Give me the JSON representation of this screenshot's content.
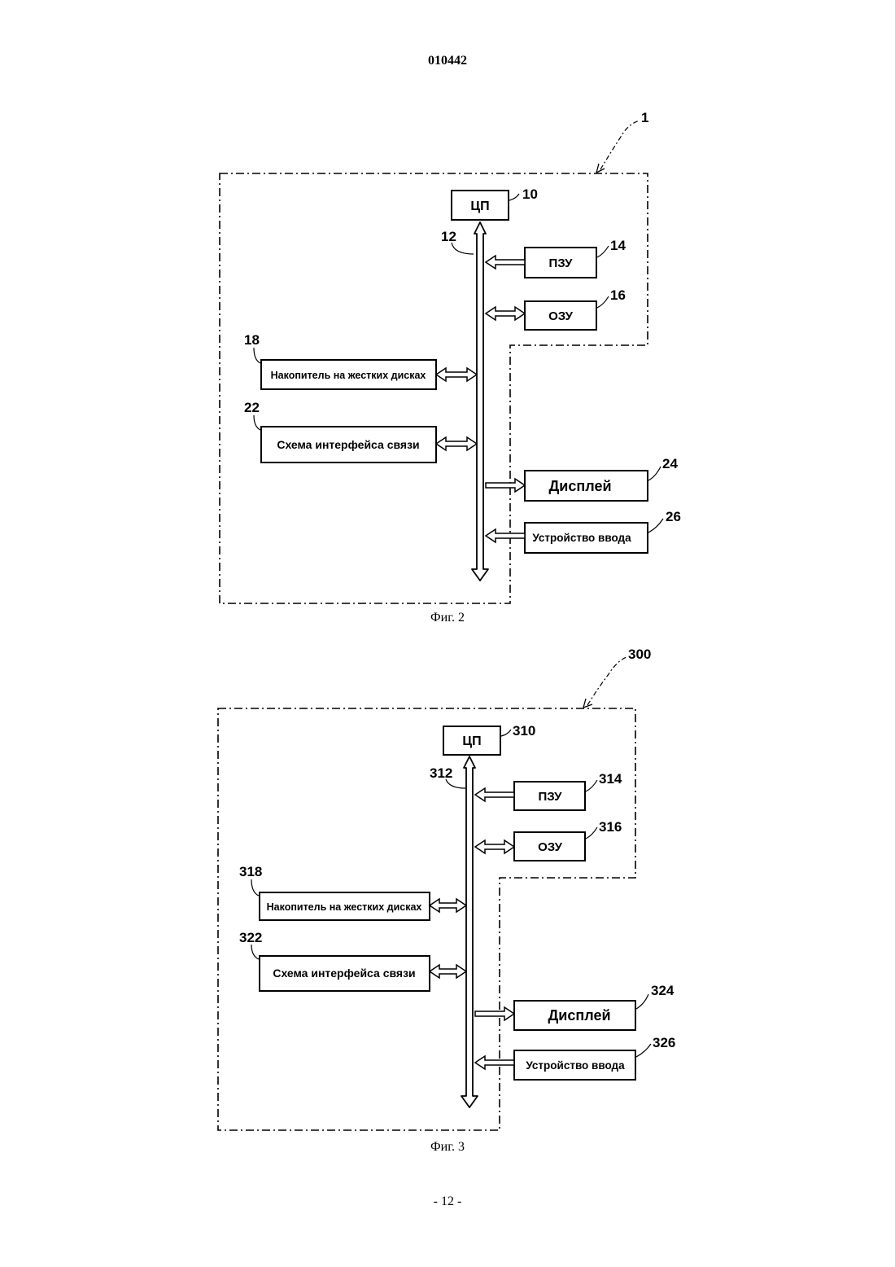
{
  "header": {
    "patent_number": "010442"
  },
  "footer": {
    "page_label": "- 12 -"
  },
  "figures": [
    {
      "caption": "Фиг. 2",
      "ref_system": "1",
      "cpu": {
        "label": "ЦП",
        "ref": "10"
      },
      "bus": {
        "ref": "12"
      },
      "rom": {
        "label": "ПЗУ",
        "ref": "14"
      },
      "ram": {
        "label": "ОЗУ",
        "ref": "16"
      },
      "hdd": {
        "label": "Накопитель на жестких дисках",
        "ref": "18"
      },
      "comm": {
        "label": "Схема интерфейса связи",
        "ref": "22"
      },
      "display": {
        "label": "Дисплей",
        "ref": "24"
      },
      "input": {
        "label": "Устройство ввода",
        "ref": "26"
      }
    },
    {
      "caption": "Фиг. 3",
      "ref_system": "300",
      "cpu": {
        "label": "ЦП",
        "ref": "310"
      },
      "bus": {
        "ref": "312"
      },
      "rom": {
        "label": "ПЗУ",
        "ref": "314"
      },
      "ram": {
        "label": "ОЗУ",
        "ref": "316"
      },
      "hdd": {
        "label": "Накопитель на жестких дисках",
        "ref": "318"
      },
      "comm": {
        "label": "Схема интерфейса связи",
        "ref": "322"
      },
      "display": {
        "label": "Дисплей",
        "ref": "324"
      },
      "input": {
        "label": "Устройство ввода",
        "ref": "326"
      }
    }
  ]
}
